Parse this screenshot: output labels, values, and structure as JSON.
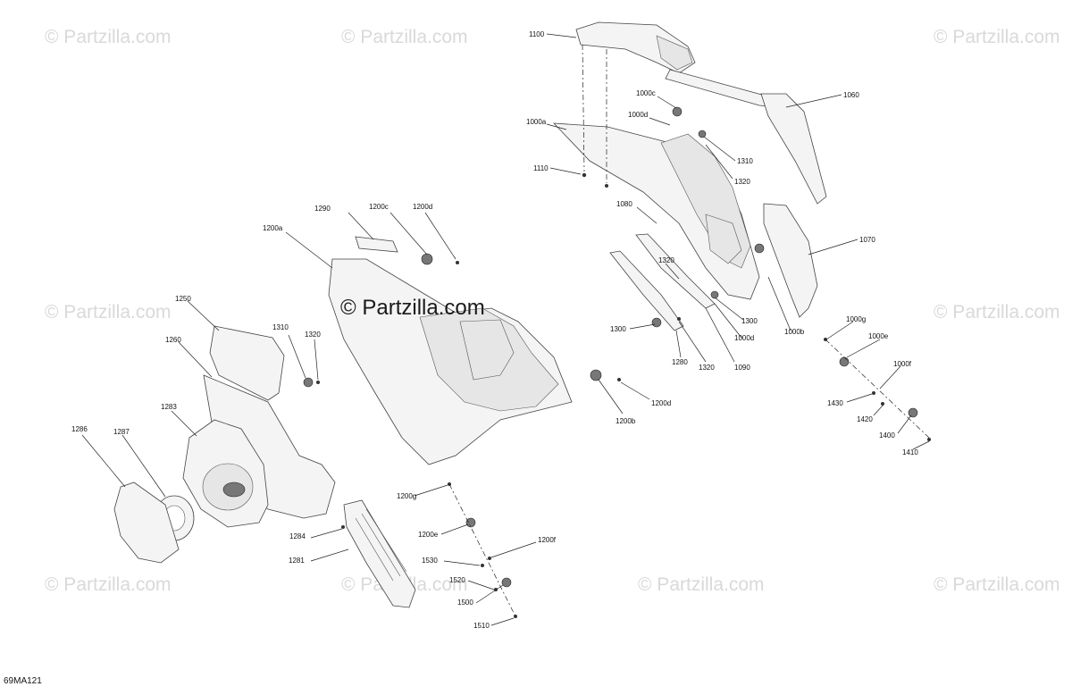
{
  "watermarks": {
    "text": "© Partzilla.com",
    "main": "© Partzilla.com"
  },
  "drawing_code": "69MA121",
  "part_labels": {
    "p1100": "1100",
    "p1060": "1060",
    "p1000c": "1000c",
    "p1000d_top": "1000d",
    "p1000a": "1000a",
    "p1310_top": "1310",
    "p1320_top": "1320",
    "p1110": "1110",
    "p1290": "1290",
    "p1200c": "1200c",
    "p1200d_top": "1200d",
    "p1200a": "1200a",
    "p1080": "1080",
    "p1070": "1070",
    "p1320_mid": "1320",
    "p1300_right": "1300",
    "p1000d_mid": "1000d",
    "p1000b": "1000b",
    "p1000g": "1000g",
    "p1000e": "1000e",
    "p1000f": "1000f",
    "p1300_left": "1300",
    "p1280": "1280",
    "p1320_low": "1320",
    "p1090": "1090",
    "p1250": "1250",
    "p1310_left": "1310",
    "p1320_left": "1320",
    "p1260": "1260",
    "p1200d_mid": "1200d",
    "p1200b": "1200b",
    "p1430": "1430",
    "p1420": "1420",
    "p1400": "1400",
    "p1410": "1410",
    "p1286": "1286",
    "p1287": "1287",
    "p1283": "1283",
    "p1200g": "1200g",
    "p1284": "1284",
    "p1200e": "1200e",
    "p1200f": "1200f",
    "p1281": "1281",
    "p1530": "1530",
    "p1520": "1520",
    "p1500": "1500",
    "p1510": "1510"
  }
}
